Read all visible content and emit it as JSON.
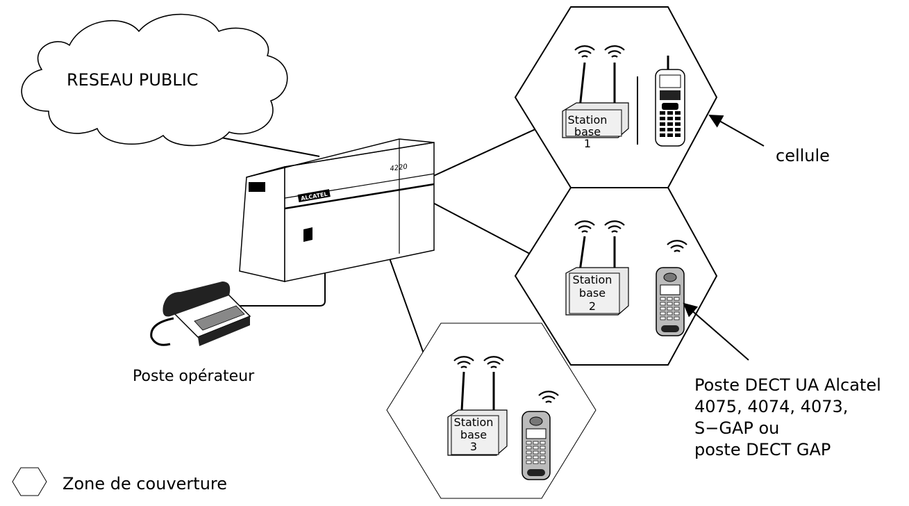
{
  "network": {
    "label": "RESEAU PUBLIC"
  },
  "pbx": {
    "model": "4220",
    "brand": "ALCATEL"
  },
  "operator": {
    "label": "Poste opérateur"
  },
  "stations": [
    {
      "line1": "Station",
      "line2": "base",
      "num": "1"
    },
    {
      "line1": "Station",
      "line2": "base",
      "num": "2"
    },
    {
      "line1": "Station",
      "line2": "base",
      "num": "3"
    }
  ],
  "cell": {
    "label": "cellule"
  },
  "handset": {
    "lines": [
      "Poste DECT UA Alcatel",
      "4075, 4074, 4073,",
      "S−GAP ou",
      "poste DECT GAP"
    ]
  },
  "legend": {
    "label": "Zone de couverture"
  }
}
